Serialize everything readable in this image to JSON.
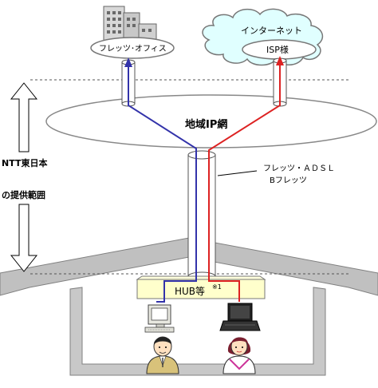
{
  "labels": {
    "office": "フレッツ･オフィス",
    "internet": "インターネット",
    "isp": "ISP様",
    "regional_ip_network": "地域IP網",
    "ntt_east_line1": "NTT東日本",
    "ntt_east_line2": "の提供範囲",
    "service_line1": "フレッツ・ＡＤＳＬ",
    "service_line2": "Bフレッツ",
    "hub": "HUB等",
    "hub_note": "※1"
  },
  "colors": {
    "office_line": "#3333aa",
    "isp_line": "#dd2222",
    "cloud_fill": "#e0ffff",
    "hub_fill": "#ffffcc",
    "wall_fill": "#c8c8c8"
  },
  "icons": [
    "building-icon",
    "cloud-icon",
    "desktop-computer-icon",
    "laptop-computer-icon",
    "user-male-icon",
    "user-female-icon"
  ]
}
